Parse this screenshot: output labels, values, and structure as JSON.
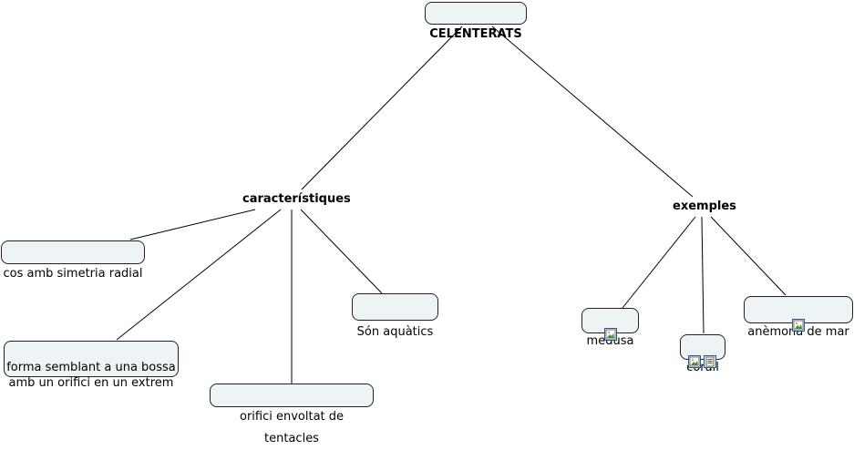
{
  "root": {
    "text": "CELENTERATS"
  },
  "branches": [
    {
      "label": "característiques",
      "items": [
        "cos amb simetria radial",
        "Són aquàtics",
        "forma semblant a una bossa\n amb un orifici en un extrem",
        "orifici envoltat de tentacles"
      ]
    },
    {
      "label": "exemples",
      "items": [
        "medusa",
        "corall",
        "anèmona de mar"
      ]
    }
  ],
  "resources": {
    "medusa": [
      "image-icon"
    ],
    "corall": [
      "image-icon",
      "document-icon"
    ],
    "anemona": [
      "image-icon"
    ]
  },
  "colors": {
    "node_fill": "#eef3f5",
    "border": "#222222",
    "line": "#000000",
    "icon_border": "#2a5b8a"
  }
}
